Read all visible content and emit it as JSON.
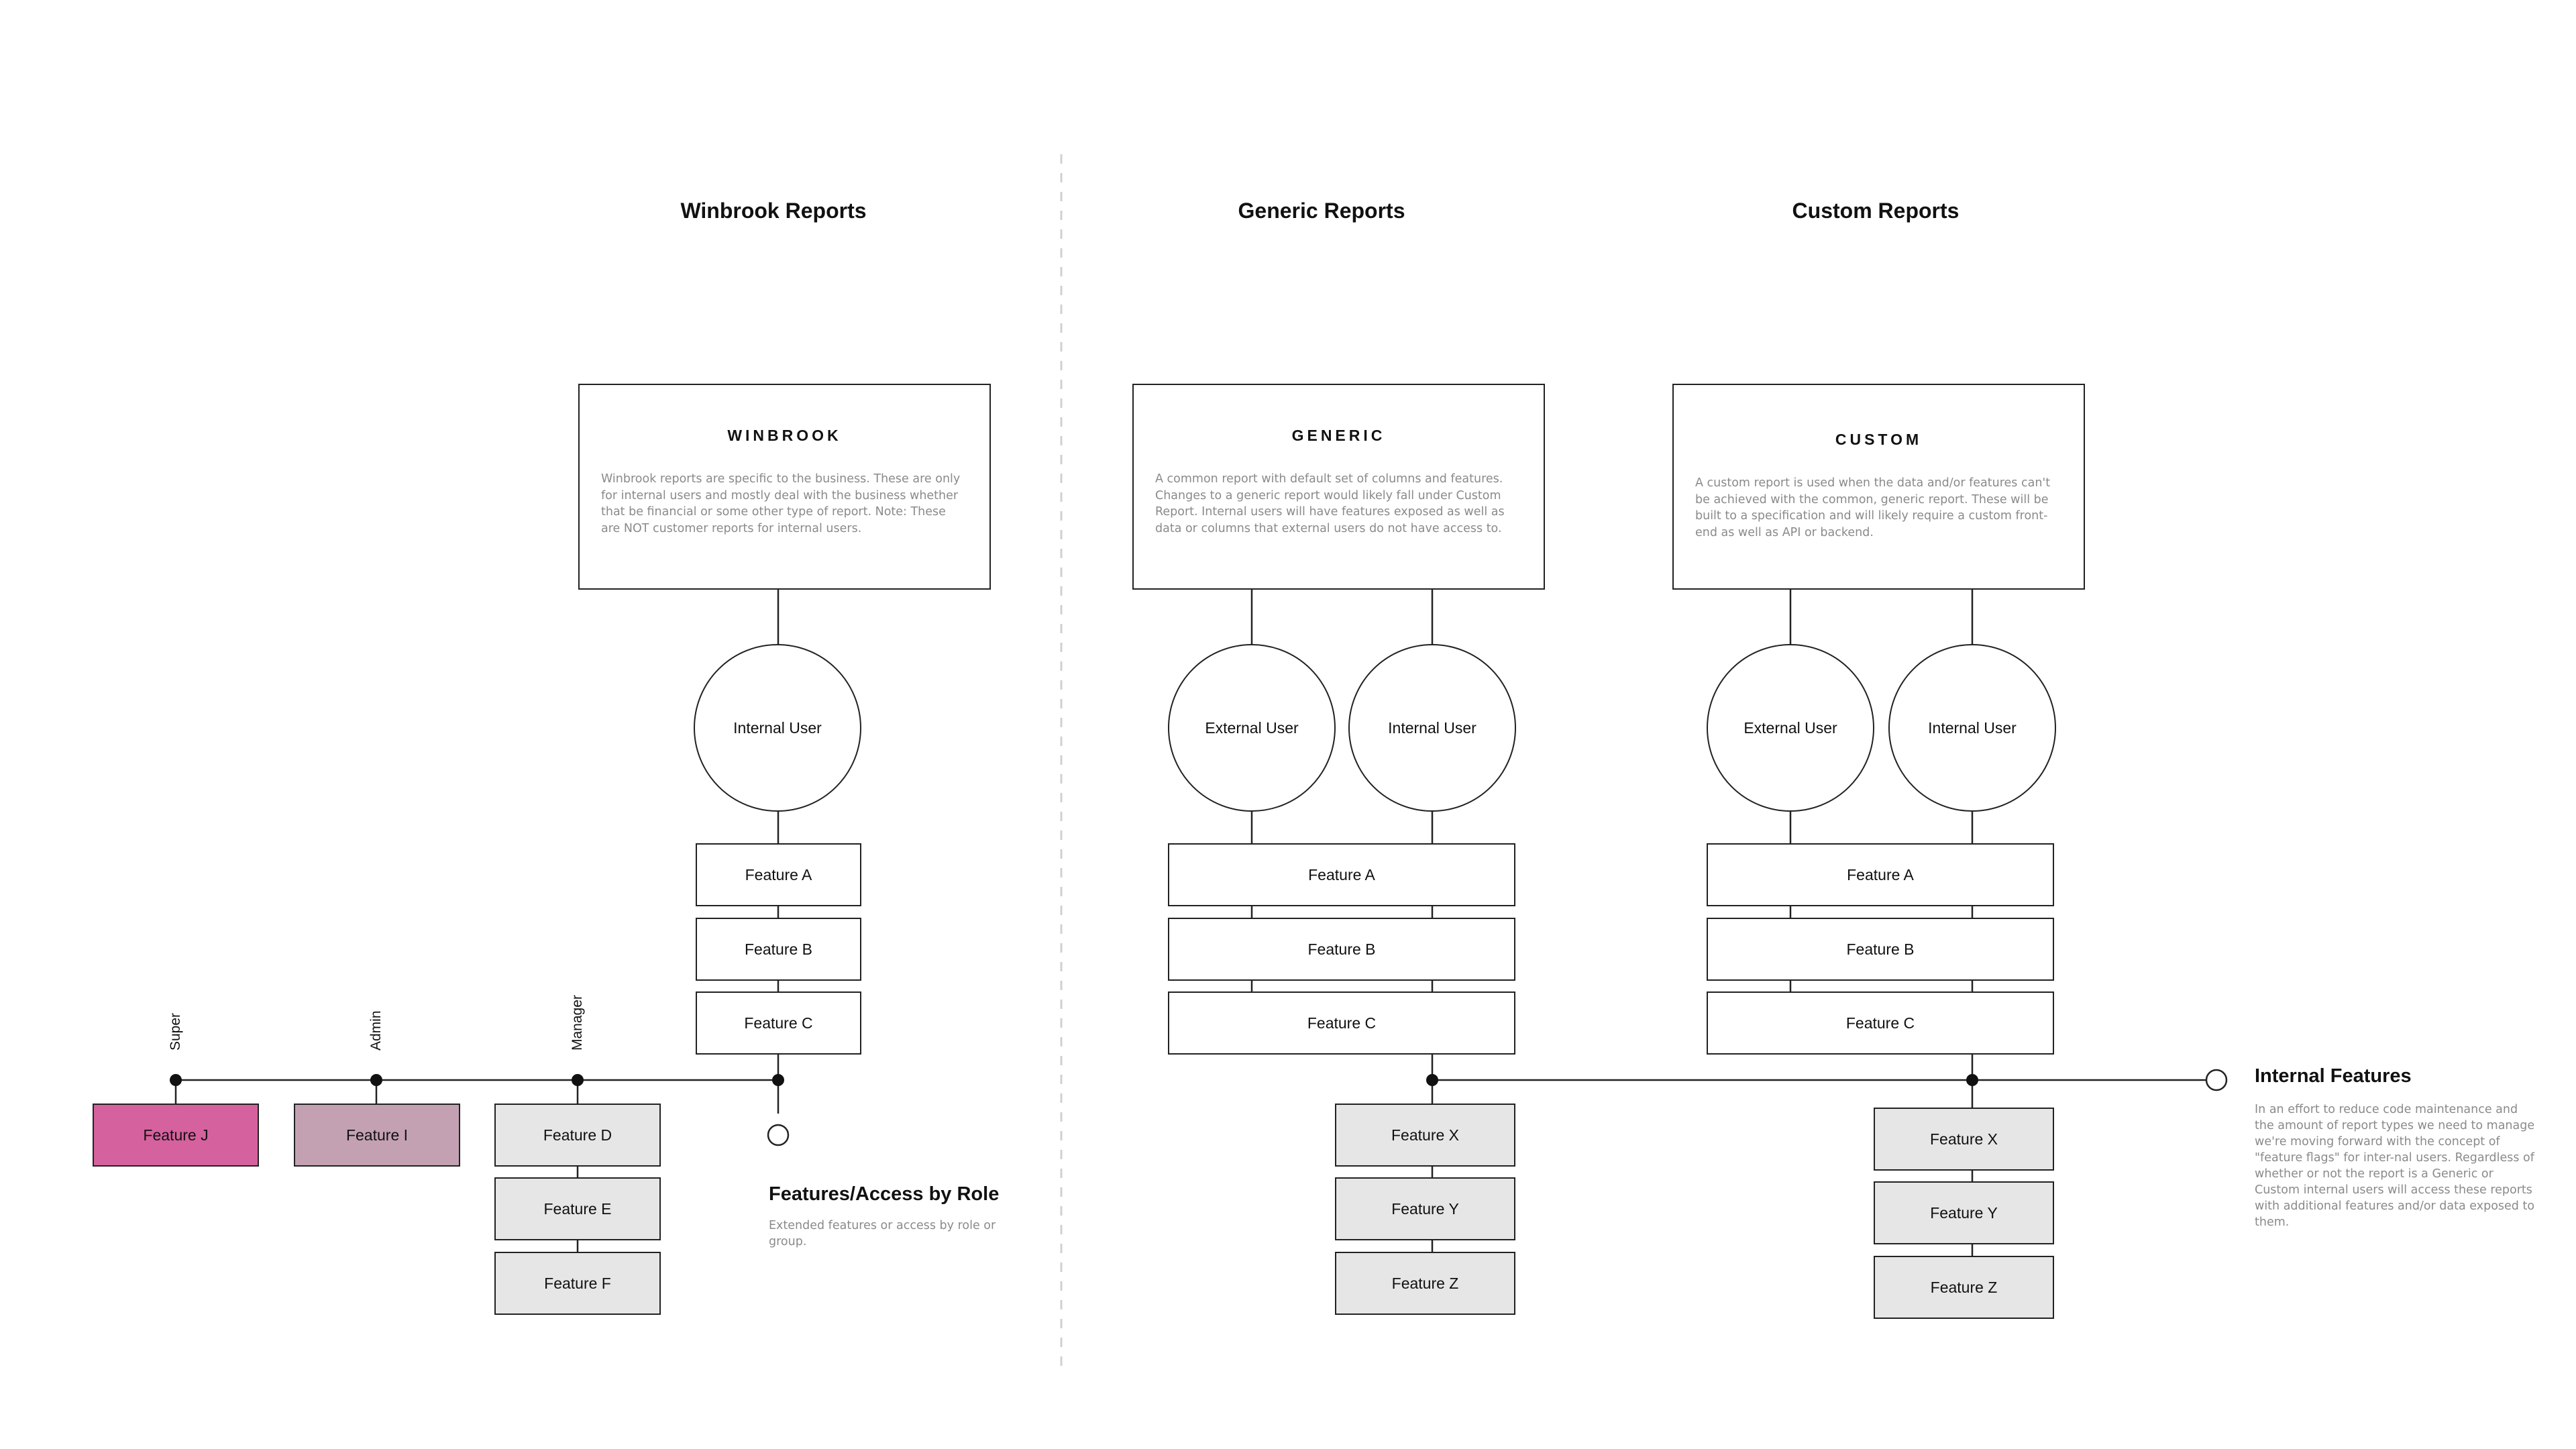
{
  "headers": {
    "winbrook": "Winbrook Reports",
    "generic": "Generic Reports",
    "custom": "Custom Reports"
  },
  "cards": {
    "winbrook": {
      "heading": "WINBROOK",
      "description": "Winbrook reports are specific to the business. These are only for internal users and mostly deal with the business whether that be financial or some other type of report. Note: These are NOT customer reports for internal users."
    },
    "generic": {
      "heading": "GENERIC",
      "description": "A common report with default set of columns and features. Changes to a generic report would likely fall under Custom Report. Internal users will have features exposed as well as data or columns that external users do not have access to."
    },
    "custom": {
      "heading": "CUSTOM",
      "description": "A custom report is used when the data and/or features can't be achieved with the common, generic report. These will be built to a specification and will likely require a custom front-end as well as API or backend."
    }
  },
  "users": {
    "winbrook_internal": "Internal User",
    "generic_external": "External User",
    "generic_internal": "Internal User",
    "custom_external": "External User",
    "custom_internal": "Internal User"
  },
  "features": {
    "winbrook": [
      "Feature A",
      "Feature B",
      "Feature C"
    ],
    "generic": [
      "Feature A",
      "Feature B",
      "Feature C"
    ],
    "custom": [
      "Feature A",
      "Feature B",
      "Feature C"
    ],
    "roles": {
      "super": "Feature J",
      "admin": "Feature I",
      "manager": [
        "Feature D",
        "Feature E",
        "Feature F"
      ]
    },
    "generic_internal": [
      "Feature X",
      "Feature Y",
      "Feature Z"
    ],
    "custom_internal": [
      "Feature X",
      "Feature Y",
      "Feature Z"
    ]
  },
  "roles": {
    "super": "Super",
    "admin": "Admin",
    "manager": "Manager"
  },
  "legends": {
    "roles": {
      "title": "Features/Access by Role",
      "description": "Extended features or access by role or group."
    },
    "internal": {
      "title": "Internal Features",
      "description": "In an effort to reduce code maintenance and the amount of report types we need to manage we're moving forward with the concept of \"feature flags\" for inter-nal users. Regardless of whether or not the report is a Generic or Custom internal users will access these reports with additional features and/or data exposed to them."
    }
  },
  "colors": {
    "feature_j": "#d6619f",
    "feature_i": "#c3a1b3",
    "grey_fill": "#e6e6e6"
  }
}
